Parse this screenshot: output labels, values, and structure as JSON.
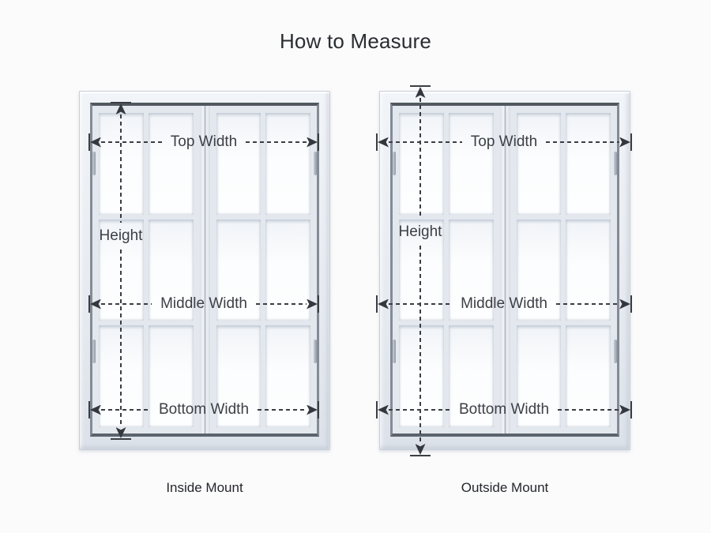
{
  "title": "How to Measure",
  "diagrams": [
    {
      "caption": "Inside Mount",
      "mount_type": "inside",
      "measurements": {
        "top_width": "Top Width",
        "middle_width": "Middle Width",
        "bottom_width": "Bottom Width",
        "height": "Height"
      }
    },
    {
      "caption": "Outside Mount",
      "mount_type": "outside",
      "measurements": {
        "top_width": "Top Width",
        "middle_width": "Middle Width",
        "bottom_width": "Bottom Width",
        "height": "Height"
      }
    }
  ],
  "colors": {
    "background": "#fbfbfc",
    "arrow": "#3a3e44",
    "label_text": "#3c4046",
    "title_text": "#2a2d31",
    "frame_light": "#f1f4f8",
    "frame_dark": "#dce1e9",
    "jamb_shadow": "#515860"
  }
}
